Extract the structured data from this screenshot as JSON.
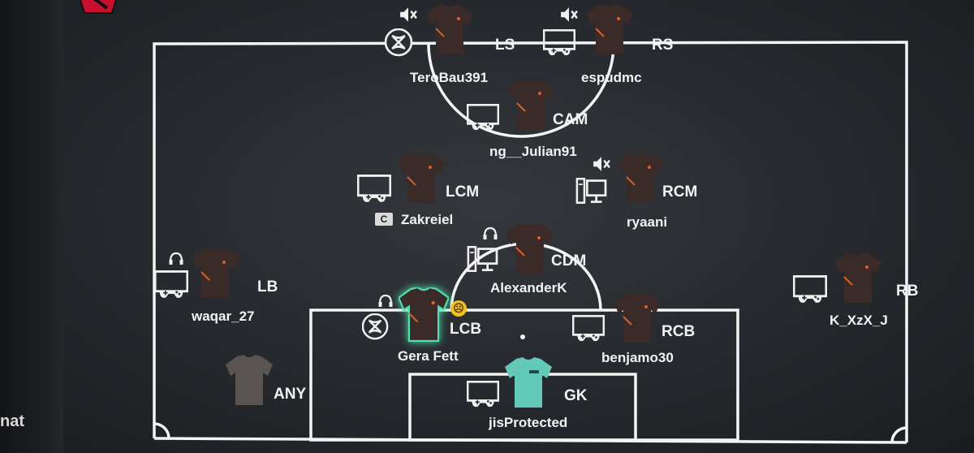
{
  "screen": {
    "left_edge_text": "nat"
  },
  "players": [
    {
      "id": "ls",
      "position": "LS",
      "name": "TeroBau391",
      "platform": "xbox-icon",
      "status": "muted-icon",
      "kit": "home"
    },
    {
      "id": "rs",
      "position": "RS",
      "name": "espudmc",
      "platform": "console-controller-icon",
      "status": "muted-icon",
      "kit": "home"
    },
    {
      "id": "cam",
      "position": "CAM",
      "name": "ng__Julian91",
      "platform": "console-controller-icon",
      "status": "",
      "kit": "home"
    },
    {
      "id": "lcm",
      "position": "LCM",
      "name": "Zakreiel",
      "platform": "console-controller-icon",
      "status": "",
      "badge": "C",
      "kit": "home"
    },
    {
      "id": "rcm",
      "position": "RCM",
      "name": "ryaani",
      "platform": "pc-icon",
      "status": "muted-icon",
      "kit": "home"
    },
    {
      "id": "cdm",
      "position": "CDM",
      "name": "AlexanderK",
      "platform": "pc-icon",
      "status": "headset-icon",
      "kit": "home"
    },
    {
      "id": "lb",
      "position": "LB",
      "name": "waqar_27",
      "platform": "console-controller-icon",
      "status": "headset-icon",
      "kit": "home"
    },
    {
      "id": "rb",
      "position": "RB",
      "name": "K_XzX_J",
      "platform": "console-controller-icon",
      "status": "",
      "kit": "home"
    },
    {
      "id": "lcb",
      "position": "LCB",
      "name": "Gera Fett",
      "platform": "xbox-icon",
      "status": "headset-icon",
      "highlight": true,
      "kit": "home"
    },
    {
      "id": "rcb",
      "position": "RCB",
      "name": "benjamo30",
      "platform": "console-controller-icon",
      "status": "",
      "kit": "home"
    },
    {
      "id": "gk",
      "position": "GK",
      "name": "jisProtected",
      "platform": "console-controller-icon",
      "status": "",
      "kit": "goalkeeper"
    },
    {
      "id": "any",
      "position": "ANY",
      "name": "",
      "platform": "",
      "status": "",
      "kit": "empty"
    }
  ],
  "colors": {
    "kit": "#3a2a28",
    "kit_accent": "#d9602a",
    "gk_kit": "#63c9b8",
    "highlight": "#4fe0b0",
    "line": "#f4f4f4",
    "brand": "#c8102e"
  }
}
